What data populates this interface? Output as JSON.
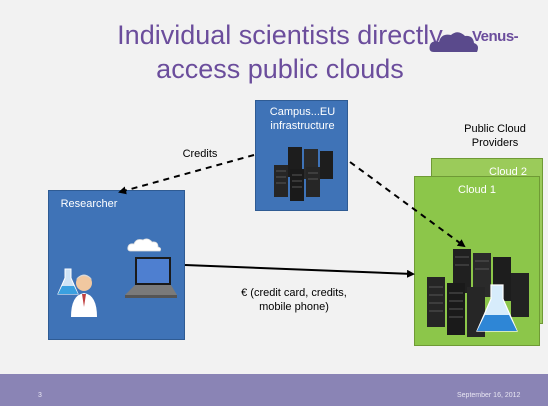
{
  "title_line1": "Individual scientists directly",
  "title_line2": "access public clouds",
  "logo_text": "Venus-",
  "campus_label": "Campus...EU infrastructure",
  "researcher_label": "Researcher",
  "public_clouds_label": "Public Cloud Providers",
  "cloud1_label": "Cloud 1",
  "cloud2_label": "Cloud 2",
  "credits_label": "Credits",
  "payment_label": "€ (credit card, credits, mobile phone)",
  "slide_number": "3",
  "date": "September 16, 2012",
  "colors": {
    "title": "#6b4d9c",
    "box_blue": "#3f73b7",
    "cloud_green": "#8cc64a",
    "footer": "#8a84b5"
  }
}
